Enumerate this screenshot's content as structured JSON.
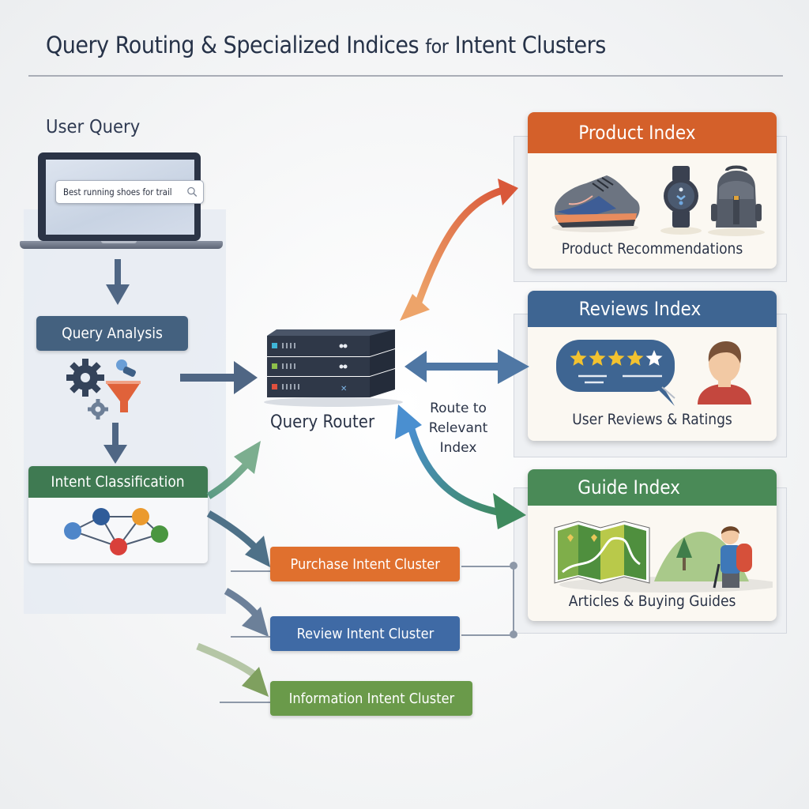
{
  "title": {
    "main": "Query Routing & Specialized Indices",
    "for": "for",
    "end": "Intent Clusters"
  },
  "user_query": {
    "label": "User Query",
    "search_value": "Best running shoes for trail",
    "search_icon": "magnifier-icon"
  },
  "pipeline": {
    "query_analysis": "Query Analysis",
    "intent_classification": "Intent Classification"
  },
  "router": {
    "label": "Query Router",
    "note_lines": [
      "Route to",
      "Relevant",
      "Index"
    ]
  },
  "clusters": [
    {
      "label": "Purchase Intent Cluster",
      "color": "#e0702e"
    },
    {
      "label": "Review Intent Cluster",
      "color": "#3f6aa5"
    },
    {
      "label": "Information Intent Cluster",
      "color": "#6a9a4a"
    }
  ],
  "indices": [
    {
      "title": "Product Index",
      "caption": "Product Recommendations",
      "color": "#d4602a",
      "icons": [
        "running-shoe-icon",
        "smartwatch-icon",
        "backpack-icon"
      ]
    },
    {
      "title": "Reviews Index",
      "caption": "User Reviews & Ratings",
      "color": "#3e6592",
      "rating": {
        "filled": 4,
        "total": 5
      }
    },
    {
      "title": "Guide Index",
      "caption": "Articles & Buying Guides",
      "color": "#4a8a57",
      "icons": [
        "trail-map-icon",
        "hiker-icon"
      ]
    }
  ],
  "colors": {
    "title": "#263248",
    "orange": "#d4602a",
    "blue": "#3e6592",
    "green": "#4a8a57",
    "slate": "#4f6684"
  }
}
